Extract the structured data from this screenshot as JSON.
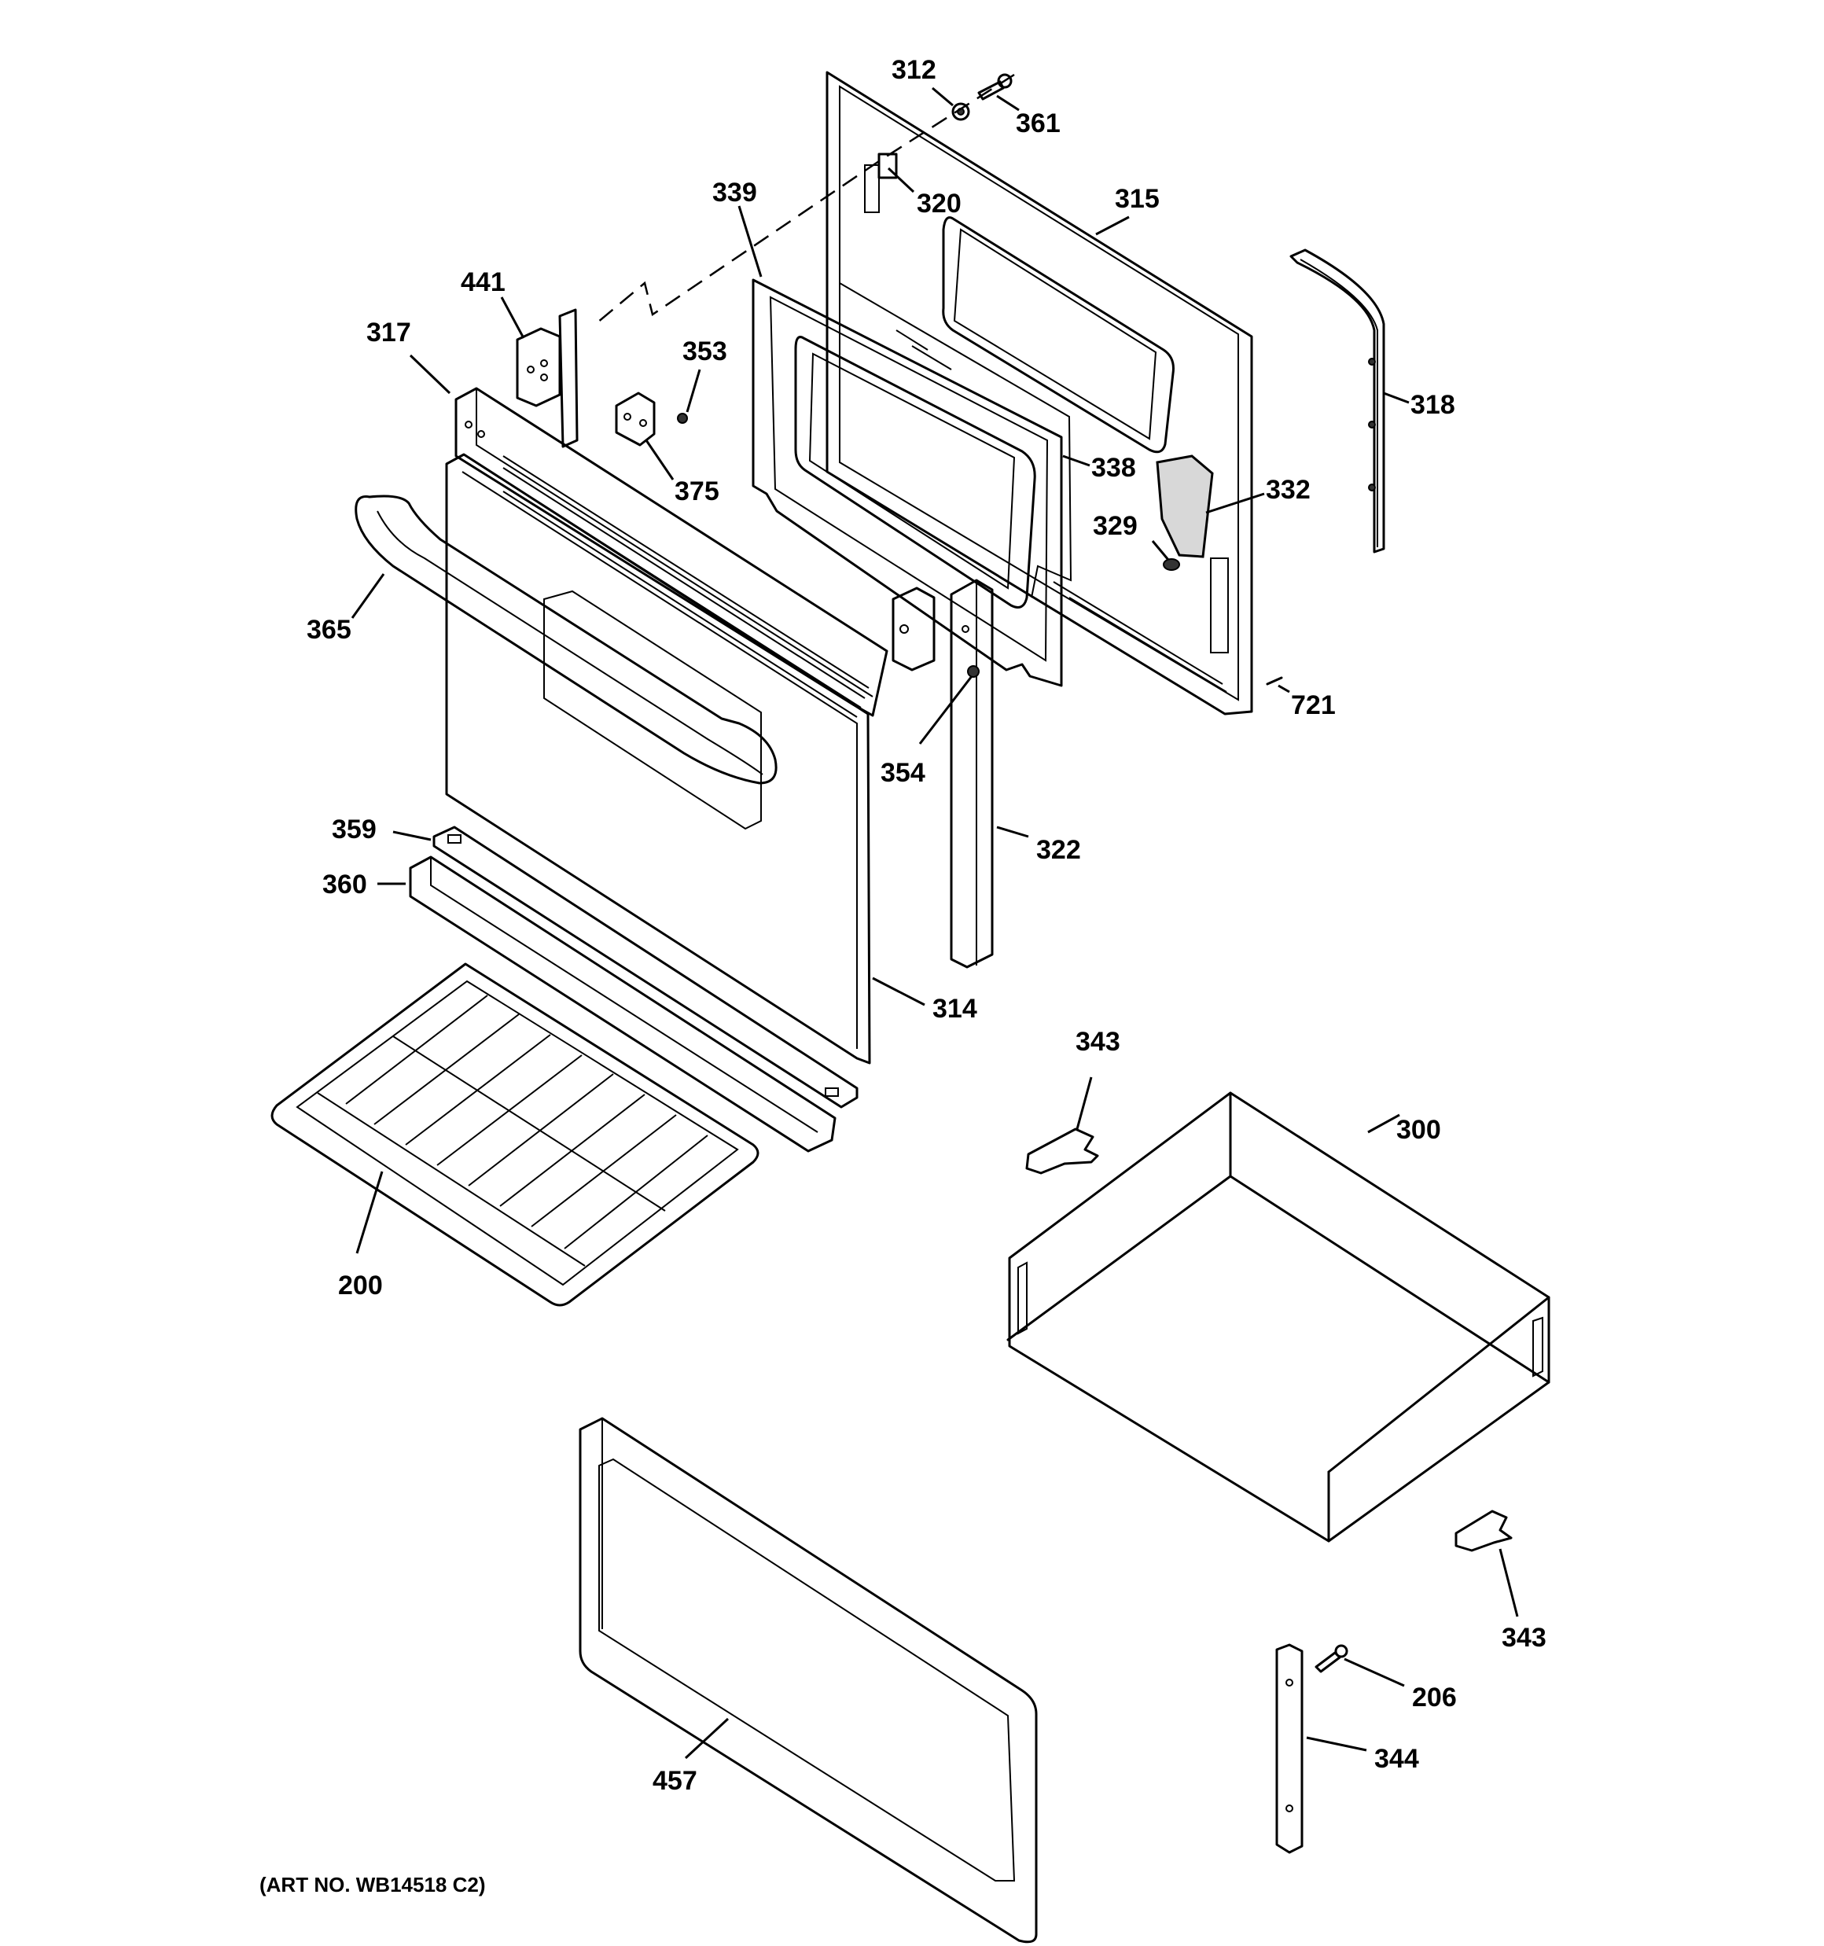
{
  "diagram": {
    "callouts": {
      "c312": "312",
      "c361": "361",
      "c339": "339",
      "c320": "320",
      "c315": "315",
      "c441": "441",
      "c317": "317",
      "c353": "353",
      "c318": "318",
      "c375": "375",
      "c338": "338",
      "c332": "332",
      "c329": "329",
      "c365": "365",
      "c721": "721",
      "c354": "354",
      "c322": "322",
      "c359": "359",
      "c360": "360",
      "c314": "314",
      "c343a": "343",
      "c300": "300",
      "c200": "200",
      "c343b": "343",
      "c206": "206",
      "c344": "344",
      "c457": "457"
    },
    "art_number": "(ART NO. WB14518 C2)"
  }
}
